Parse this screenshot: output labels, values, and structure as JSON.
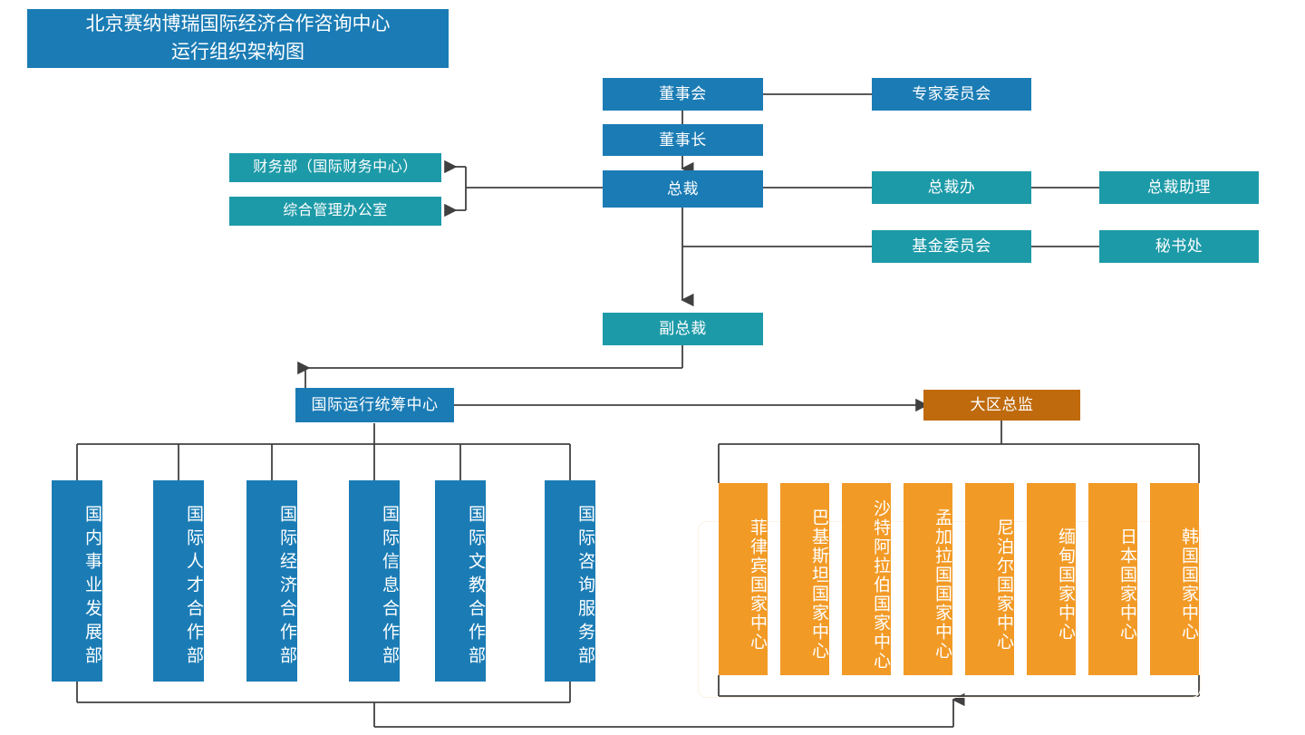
{
  "title": {
    "line1": "北京赛纳博瑞国际经济合作咨询中心",
    "line2": "运行组织架构图"
  },
  "colors": {
    "blue": "#1b7cb5",
    "teal": "#1d9aa8",
    "orange": "#f29a26",
    "brown": "#bf6a0c",
    "line": "#404040",
    "frame": "#fdf3e2",
    "text": "#ffffff"
  },
  "nodes": {
    "board": "董事会",
    "expert_committee": "专家委员会",
    "chairman": "董事长",
    "president": "总裁",
    "president_office": "总裁办",
    "president_assistant": "总裁助理",
    "fund_committee": "基金委员会",
    "secretariat": "秘书处",
    "finance_dept": "财务部（国际财务中心）",
    "admin_office": "综合管理办公室",
    "vice_president": "副总裁",
    "intl_ops_center": "国际运行统筹中心",
    "region_director": "大区总监"
  },
  "departments": [
    {
      "label": "国内事业发展部"
    },
    {
      "label": "国际人才合作部"
    },
    {
      "label": "国际经济合作部"
    },
    {
      "label": "国际信息合作部"
    },
    {
      "label": "国际文教合作部"
    },
    {
      "label": "国际咨询服务部"
    }
  ],
  "country_centers": [
    {
      "label": "菲律宾国家中心"
    },
    {
      "label": "巴基斯坦国家中心"
    },
    {
      "label": "沙特阿拉伯国家中心"
    },
    {
      "label": "孟加拉国国家中心"
    },
    {
      "label": "尼泊尔国家中心"
    },
    {
      "label": "缅甸国家中心"
    },
    {
      "label": "日本国家中心"
    },
    {
      "label": "韩国国家中心"
    }
  ]
}
